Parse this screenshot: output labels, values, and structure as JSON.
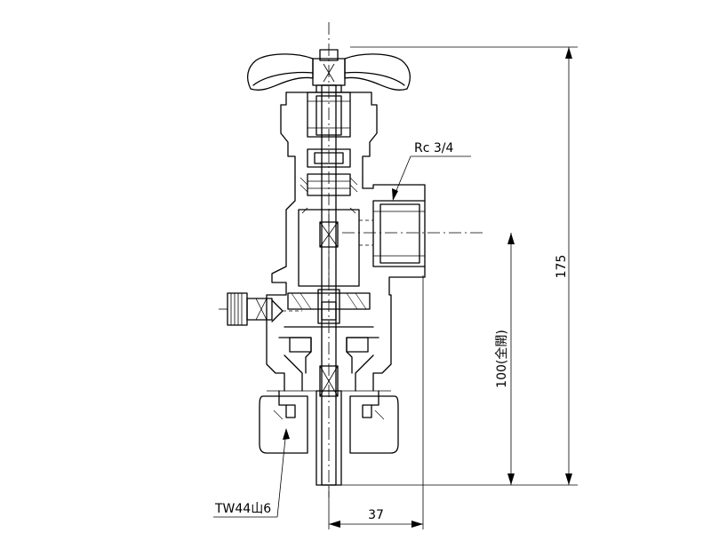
{
  "labels": {
    "port_thread": "Rc 3/4",
    "bottom_thread": "TW44山6"
  },
  "dimensions": {
    "overall_height": "175",
    "body_height": "100(全開)",
    "port_offset": "37"
  }
}
